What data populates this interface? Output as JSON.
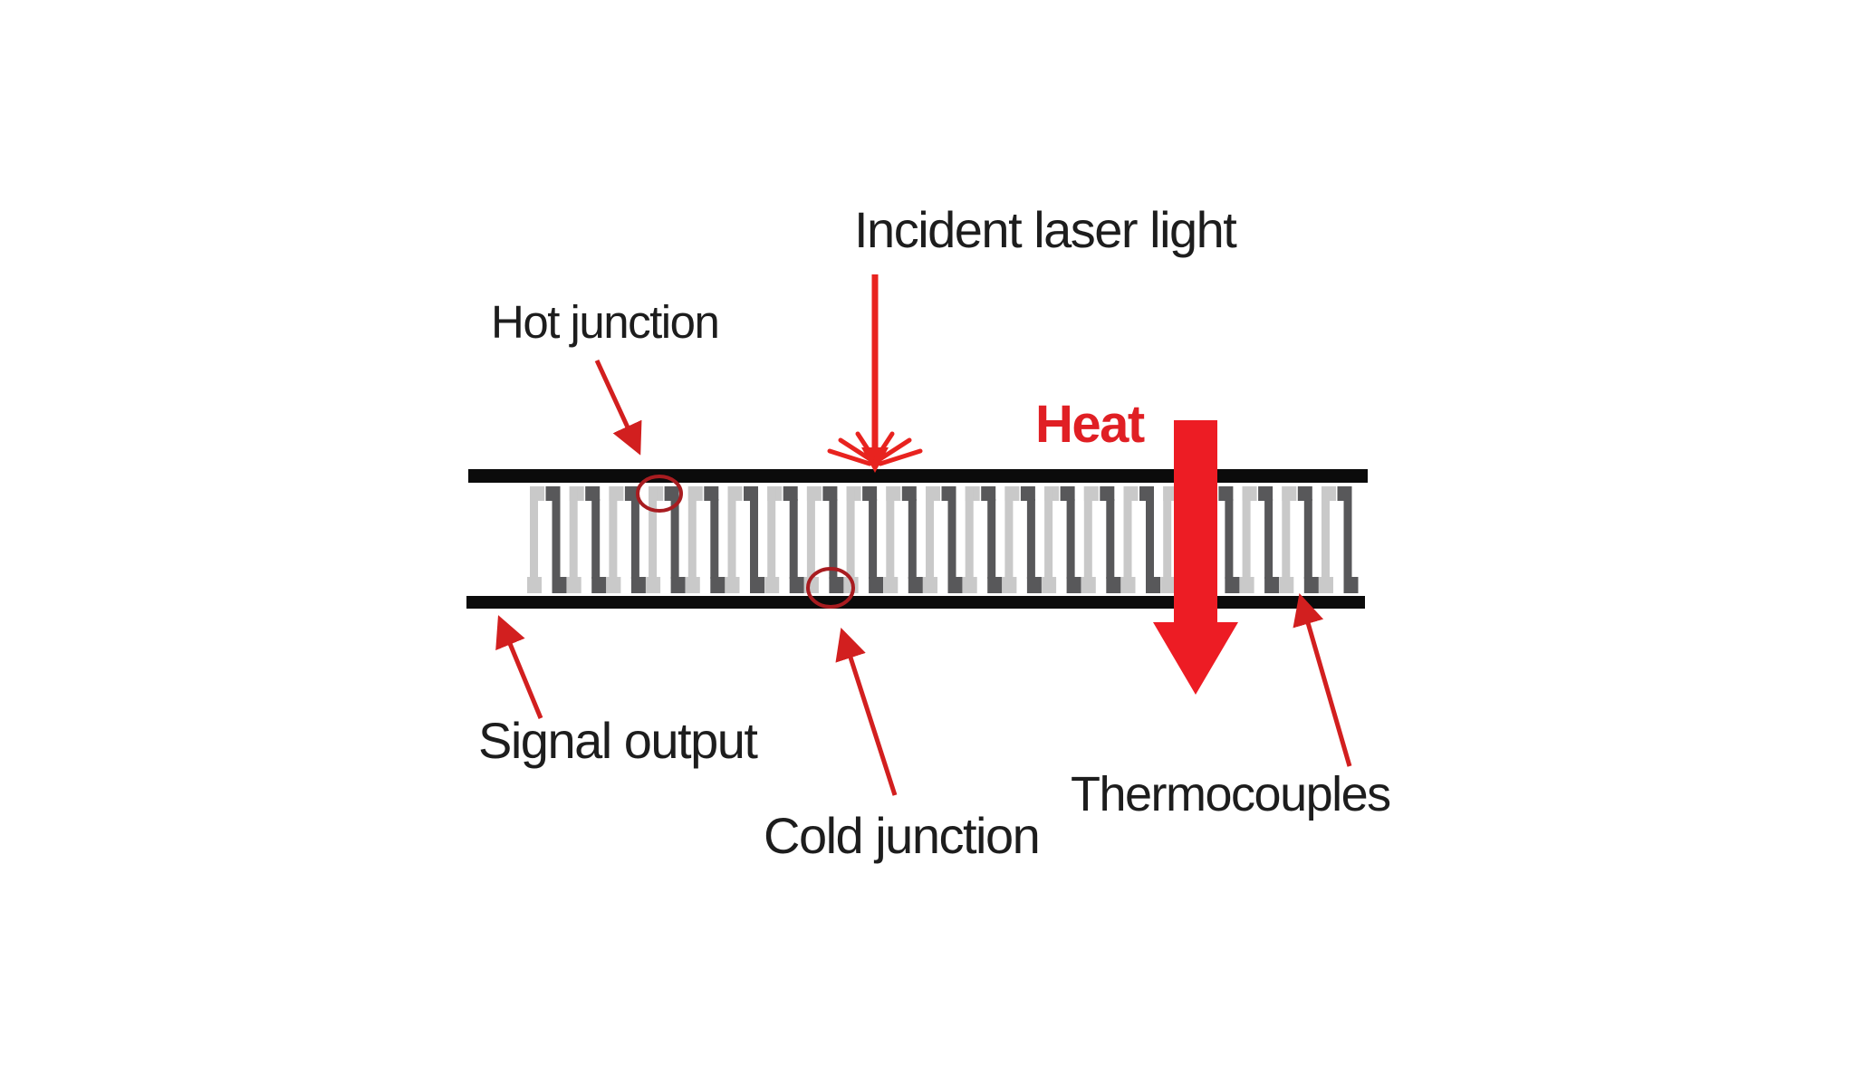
{
  "figure": {
    "title": "thermopile-laser-sensor-diagram",
    "background": "#ffffff",
    "labels": {
      "incident_laser_light": "Incident laser light",
      "hot_junction": "Hot junction",
      "heat": "Heat",
      "signal_output": "Signal output",
      "cold_junction": "Cold junction",
      "thermocouples": "Thermocouples"
    },
    "colors": {
      "label_text": "#1d1d1d",
      "heat_text_red": "#e01f24",
      "laser_red": "#e8231f",
      "thin_arrow_red": "#d21f1f",
      "heat_arrow_red": "#ed1c24",
      "junction_circle_red": "#a81c20",
      "plate_black": "#0b0b0b",
      "thermocouple_light_gray": "#c9c9c9",
      "thermocouple_dark_gray": "#58585a"
    },
    "device": {
      "thermocouple_pairs": 21
    }
  }
}
